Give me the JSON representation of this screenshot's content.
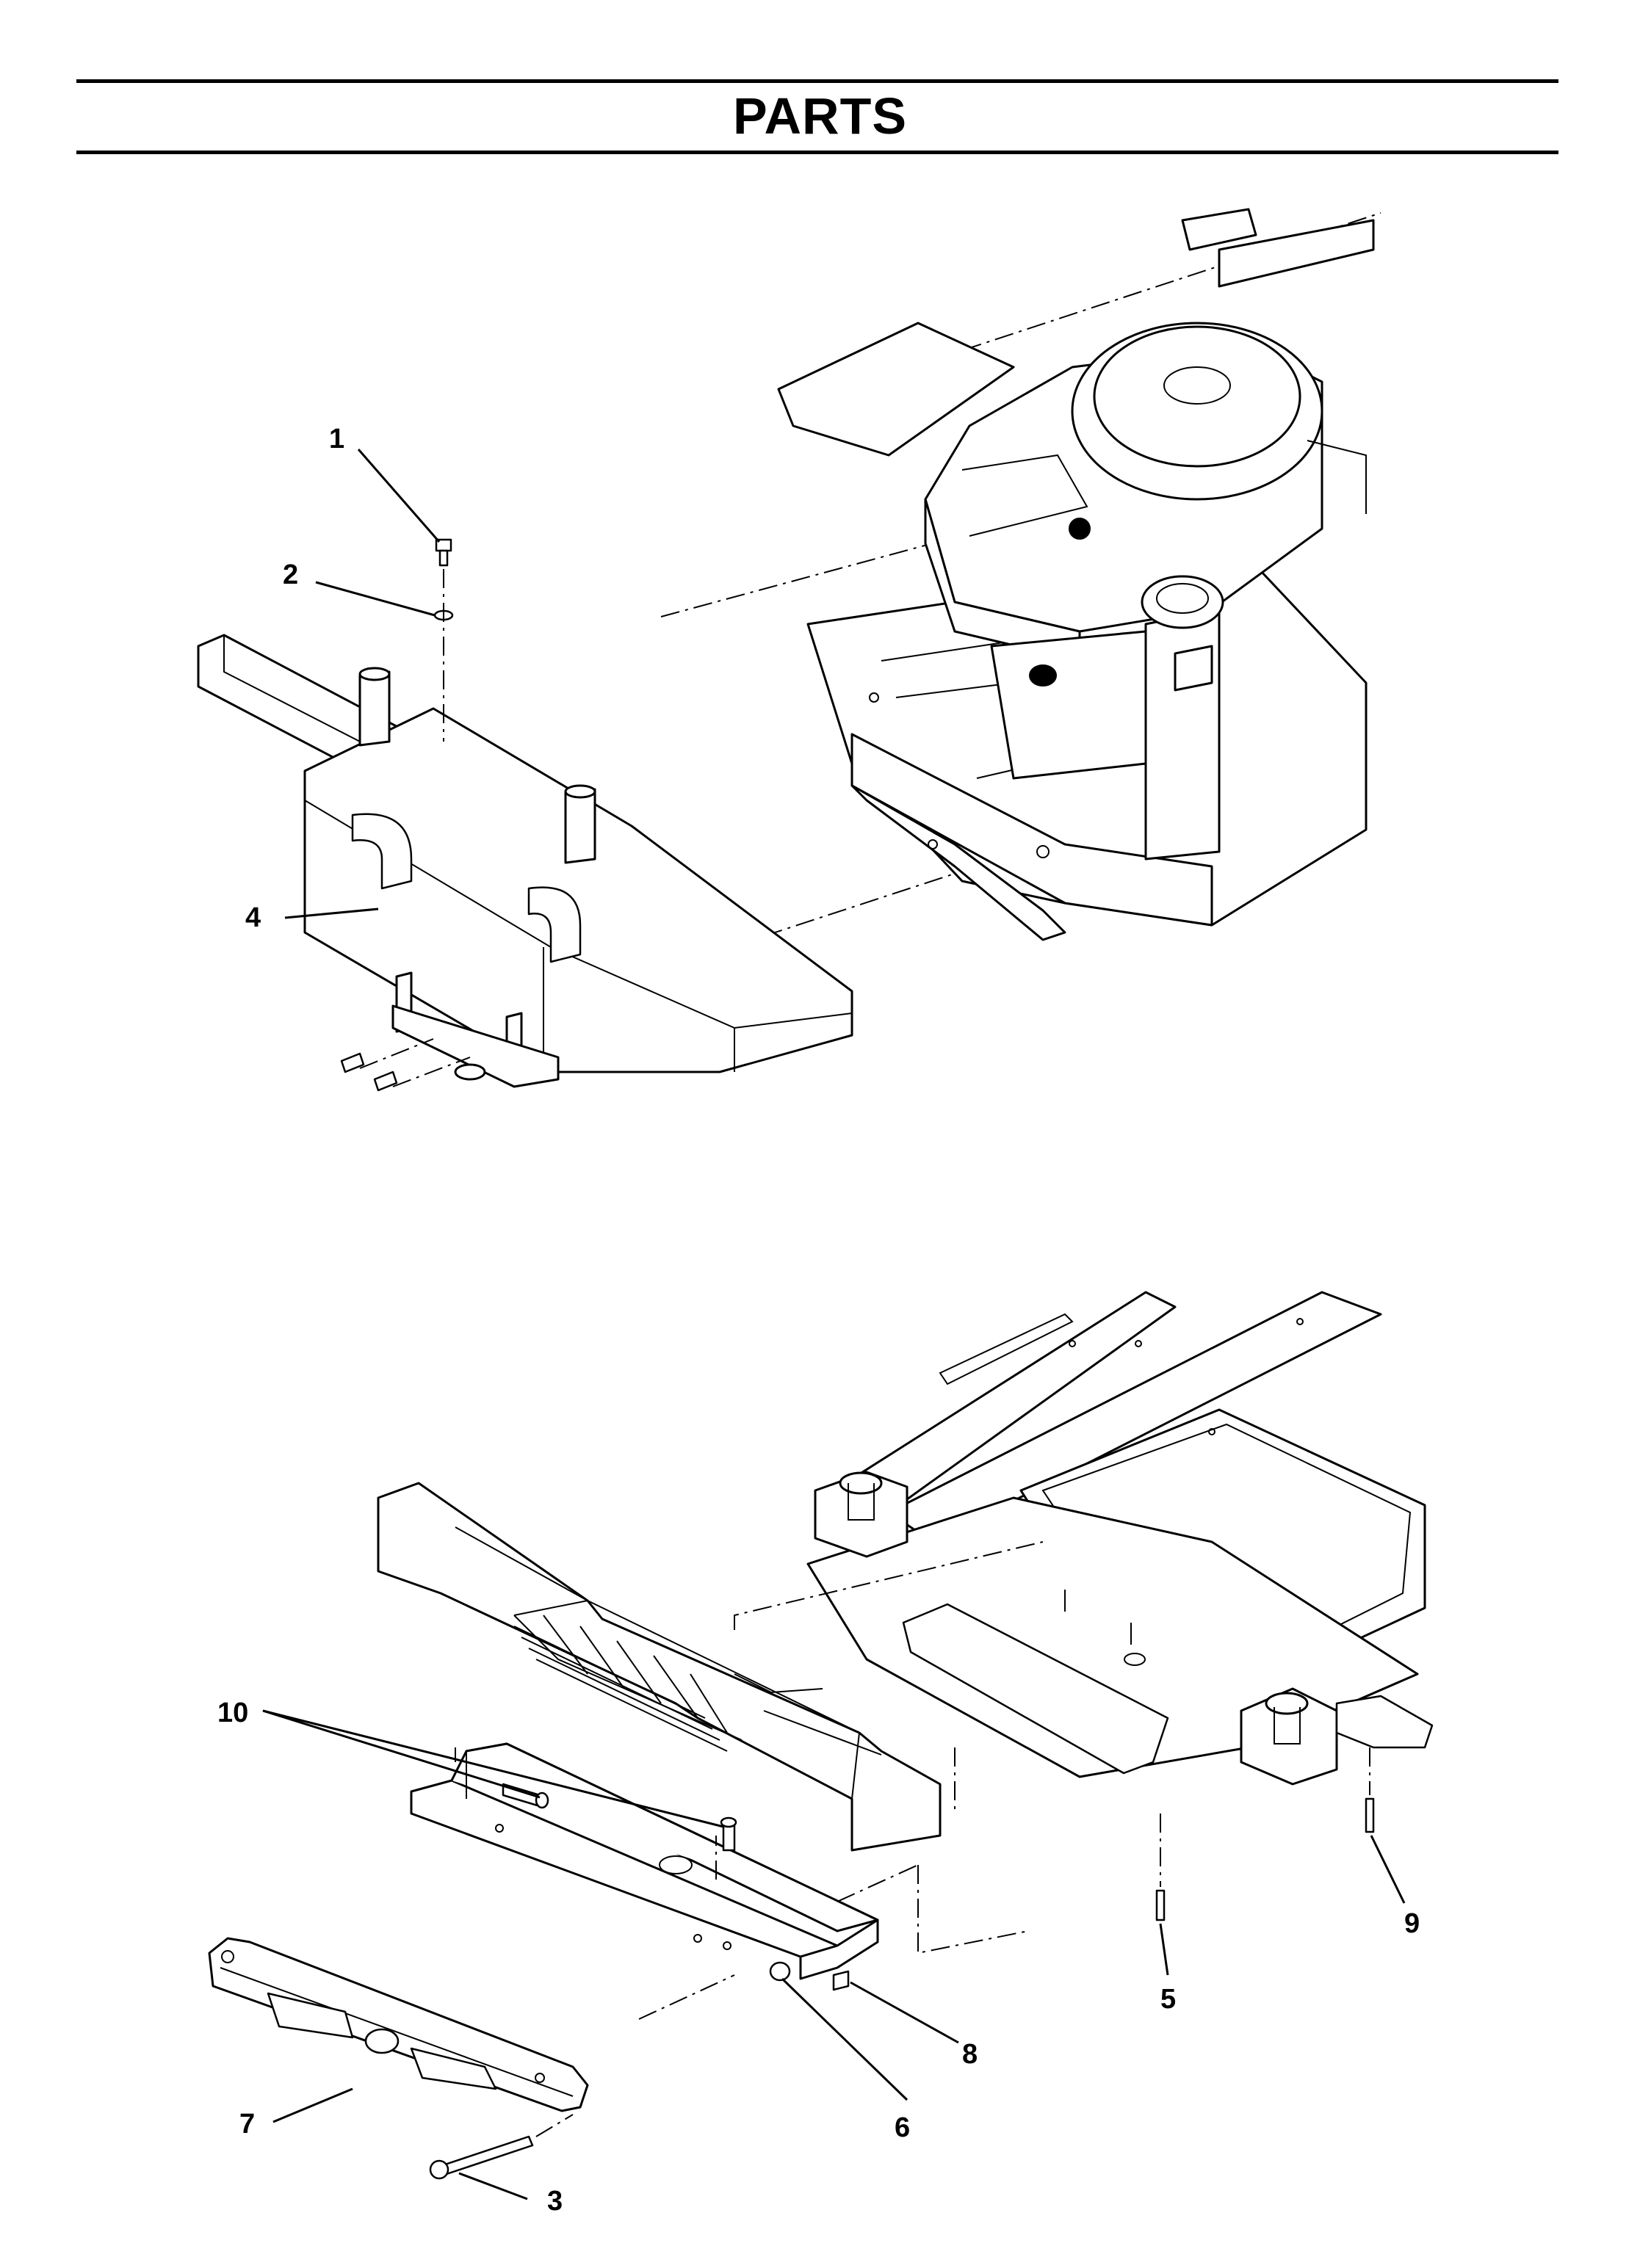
{
  "page": {
    "title": "PARTS"
  },
  "top_callouts": [
    {
      "id": "1",
      "label": "1"
    },
    {
      "id": "2",
      "label": "2"
    },
    {
      "id": "4",
      "label": "4"
    }
  ],
  "bottom_callouts": [
    {
      "id": "10",
      "label": "10"
    },
    {
      "id": "7",
      "label": "7"
    },
    {
      "id": "3",
      "label": "3"
    },
    {
      "id": "6",
      "label": "6"
    },
    {
      "id": "8",
      "label": "8"
    },
    {
      "id": "5",
      "label": "5"
    },
    {
      "id": "9",
      "label": "9"
    }
  ]
}
